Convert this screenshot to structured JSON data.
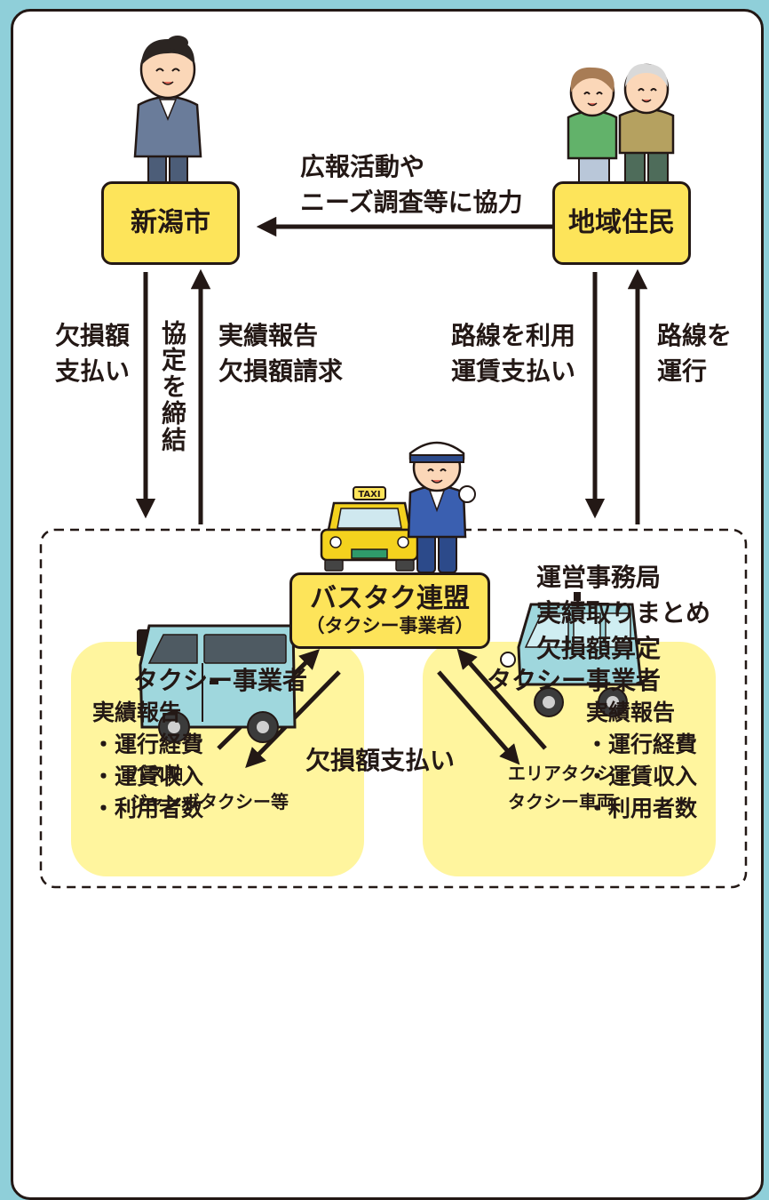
{
  "nodes": {
    "niigata": "新潟市",
    "residents": "地域住民",
    "federation_title": "バスタク連盟",
    "federation_sub": "（タクシー事業者）"
  },
  "labels": {
    "cooperation": [
      "広報活動や",
      "ニーズ調査等に協力"
    ],
    "deficit_payment_city": [
      "欠損額",
      "支払い"
    ],
    "agreement": "協定を締結",
    "report_to_city": [
      "実績報告",
      "欠損額請求"
    ],
    "use_route": [
      "路線を利用",
      "運賃支払い"
    ],
    "operate_route": [
      "路線を",
      "運行"
    ],
    "secretariat": [
      "運営事務局",
      "実績取りまとめ",
      "欠損額算定"
    ],
    "report_left": [
      "実績報告",
      "・運行経費",
      "・運賃収入",
      "・利用者数"
    ],
    "report_right": [
      "実績報告",
      "・運行経費",
      "・運賃収入",
      "・利用者数"
    ],
    "deficit_payment_operators": "欠損額支払い"
  },
  "operators": {
    "left_title": "タクシー事業者",
    "left_caption": [
      "バス軸",
      "ジャンボタクシー等"
    ],
    "right_title": "タクシー事業者",
    "right_caption": [
      "エリアタクシー",
      "タクシー車両"
    ]
  },
  "taxi_sign": "TAXI",
  "colors": {
    "background": "#8fcfd9",
    "node_fill": "#fde45a",
    "operator_fill": "#fff59e",
    "vehicle": "#9fd7dd",
    "ink": "#231815"
  }
}
